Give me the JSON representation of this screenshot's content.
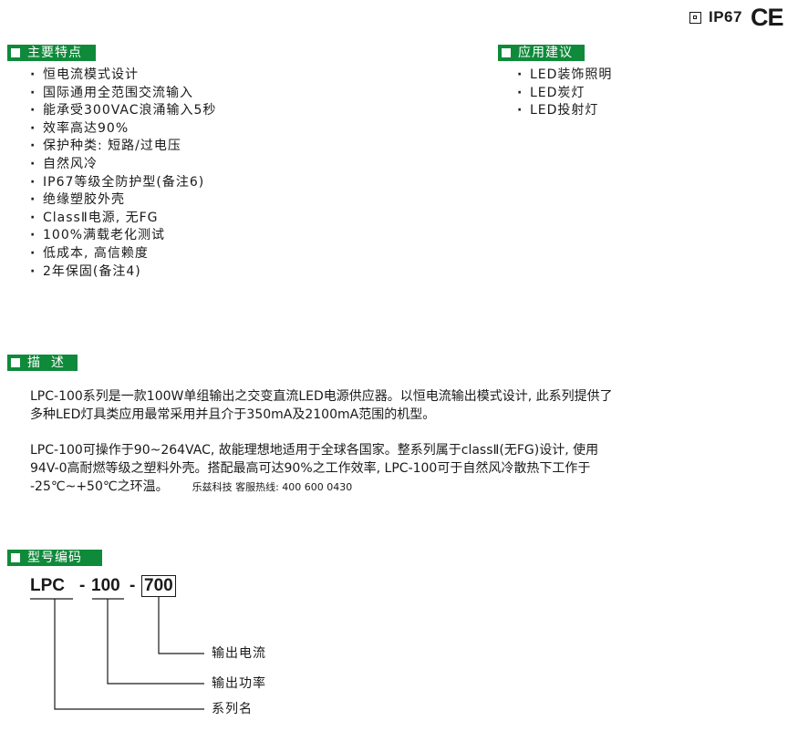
{
  "cert": {
    "ip_rating": "IP67",
    "ce_mark": "CE"
  },
  "features": {
    "title": "主要特点",
    "items": [
      "恒电流模式设计",
      "国际通用全范围交流输入",
      "能承受300VAC浪涌输入5秒",
      "效率高达90%",
      "保护种类: 短路/过电压",
      "自然风冷",
      "IP67等级全防护型(备注6)",
      "绝缘塑胶外壳",
      "ClassⅡ电源, 无FG",
      "100%满载老化测试",
      "低成本, 高信赖度",
      "2年保固(备注4)"
    ]
  },
  "applications": {
    "title": "应用建议",
    "items": [
      "LED装饰照明",
      "LED炭灯",
      "LED投射灯"
    ]
  },
  "description": {
    "title": "描  述",
    "para1_line1": "LPC-100系列是一款100W单组输出之交变直流LED电源供应器。以恒电流输出模式设计, 此系列提供了",
    "para1_line2": "多种LED灯具类应用最常采用并且介于350mA及2100mA范围的机型。",
    "para2_line1": "LPC-100可操作于90~264VAC, 故能理想地适用于全球各国家。整系列属于classⅡ(无FG)设计, 使用",
    "para2_line2": "94V-0高耐燃等级之塑料外壳。搭配最高可达90%之工作效率, LPC-100可于自然风冷散热下工作于",
    "para2_line3": "-25℃~+50℃之环温。",
    "hotline": "乐兹科技 客服热线: 400 600 0430"
  },
  "model_code": {
    "title": "型号编码",
    "series": "LPC",
    "dash": "-",
    "power": "100",
    "current": "700",
    "label_current": "输出电流",
    "label_power": "输出功率",
    "label_series": "系列名"
  }
}
